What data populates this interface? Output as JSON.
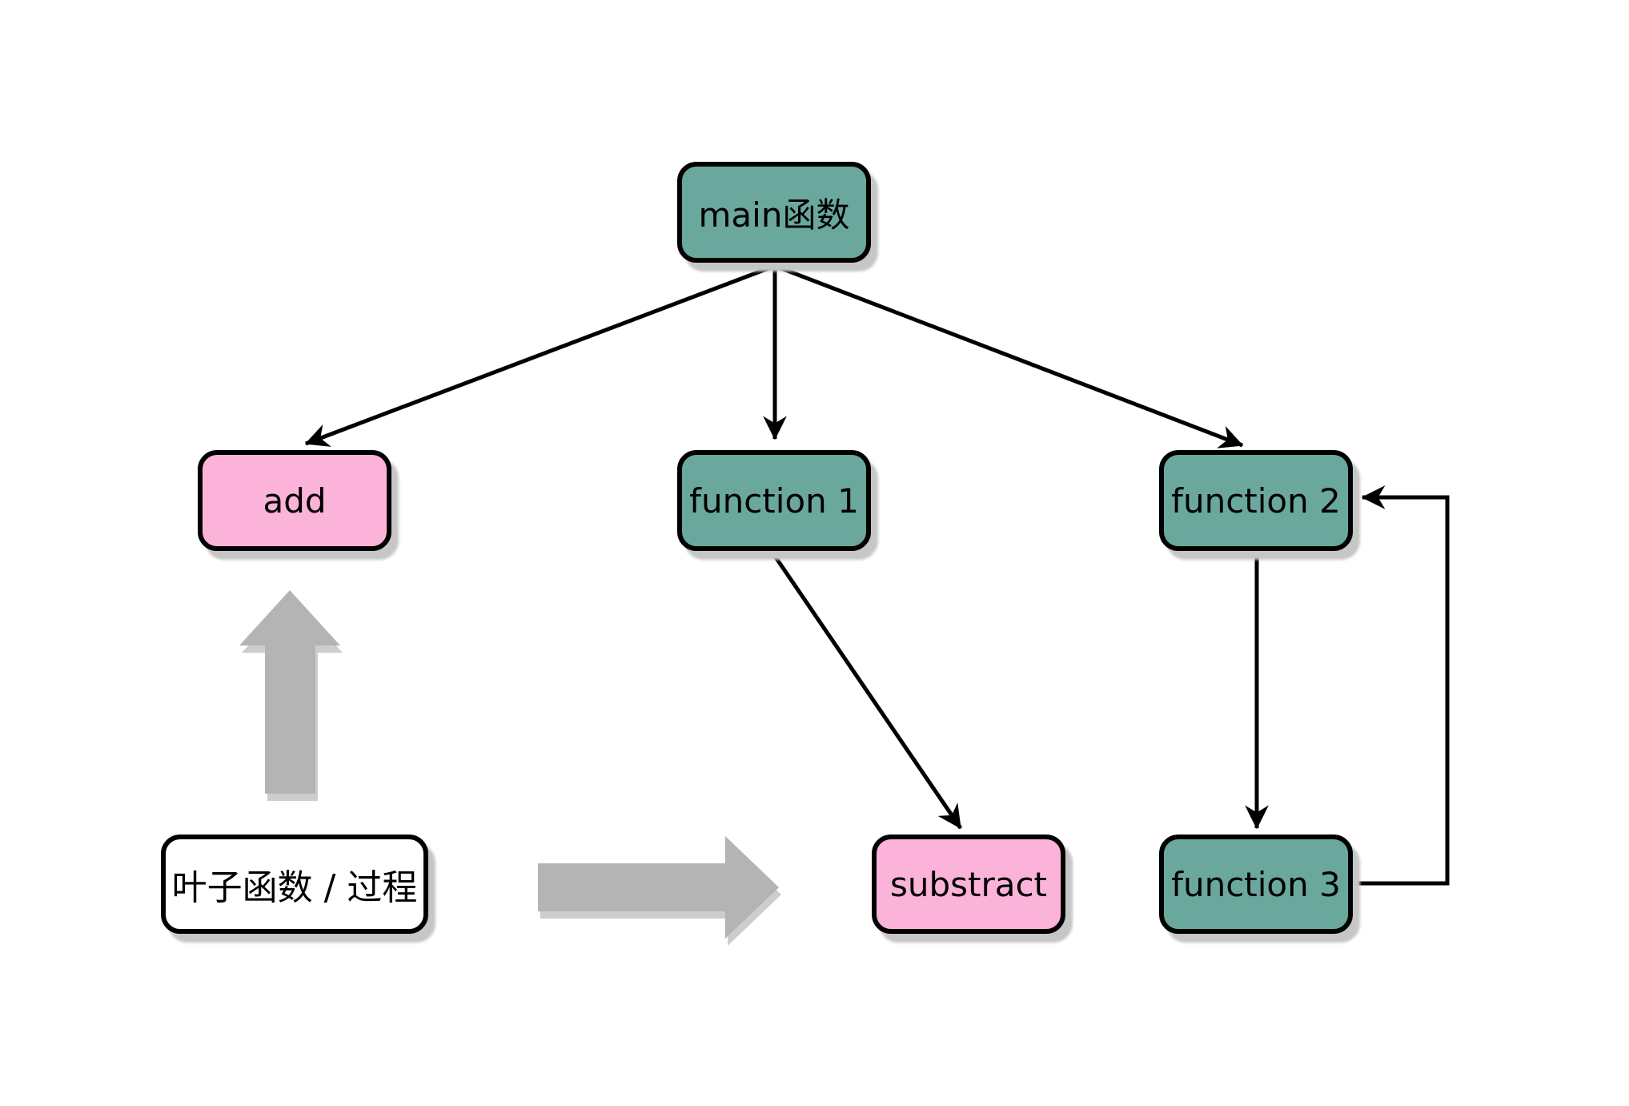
{
  "diagram": {
    "title": "function call tree",
    "nodes": {
      "main": {
        "label": "main函数",
        "type": "function"
      },
      "add": {
        "label": "add",
        "type": "leaf"
      },
      "function1": {
        "label": "function 1",
        "type": "function"
      },
      "function2": {
        "label": "function 2",
        "type": "function"
      },
      "substract": {
        "label": "substract",
        "type": "leaf"
      },
      "function3": {
        "label": "function 3",
        "type": "function"
      },
      "legend": {
        "label": "叶子函数 / 过程",
        "type": "legend"
      }
    },
    "edges": [
      {
        "from": "main",
        "to": "add",
        "style": "arrow"
      },
      {
        "from": "main",
        "to": "function1",
        "style": "arrow"
      },
      {
        "from": "main",
        "to": "function2",
        "style": "arrow"
      },
      {
        "from": "function1",
        "to": "substract",
        "style": "arrow"
      },
      {
        "from": "function2",
        "to": "function3",
        "style": "arrow"
      },
      {
        "from": "function3",
        "to": "function2",
        "style": "arrow-loop-right"
      }
    ],
    "legend_connectors": [
      {
        "from": "legend",
        "points_to": "add",
        "style": "gray-block-arrow-up"
      },
      {
        "from": "legend",
        "points_to": "substract",
        "style": "gray-block-arrow-right"
      }
    ],
    "colors": {
      "function_node_fill": "#6aa89d",
      "leaf_node_fill": "#fcb3d9",
      "legend_fill": "#ffffff",
      "outline": "#000000",
      "connector": "#000000",
      "block_arrow_fill": "#b4b4b4",
      "shadow": "#c6c6c6",
      "background": "#ffffff"
    }
  }
}
